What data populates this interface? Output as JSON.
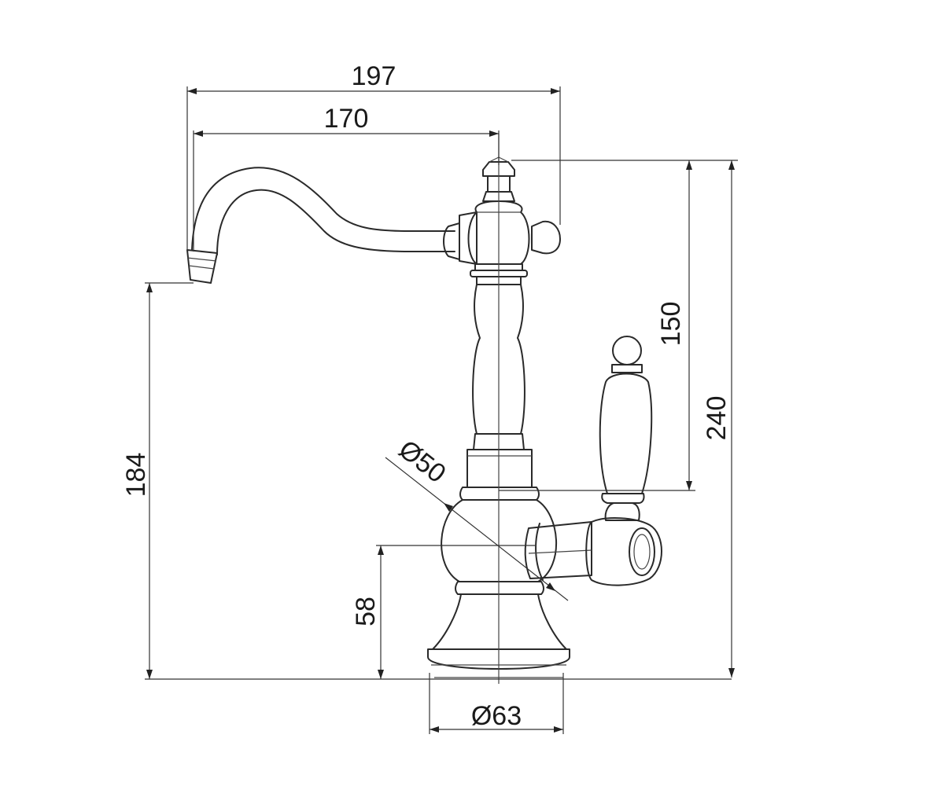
{
  "drawing": {
    "stroke_color": "#2a2a2a",
    "background": "#ffffff",
    "dimensions": {
      "spout_reach_total": "197",
      "spout_reach_center": "170",
      "handle_height": "150",
      "total_height": "240",
      "spout_height": "184",
      "handle_axis_height": "58",
      "body_diameter": "Ø50",
      "base_diameter": "Ø63"
    }
  }
}
